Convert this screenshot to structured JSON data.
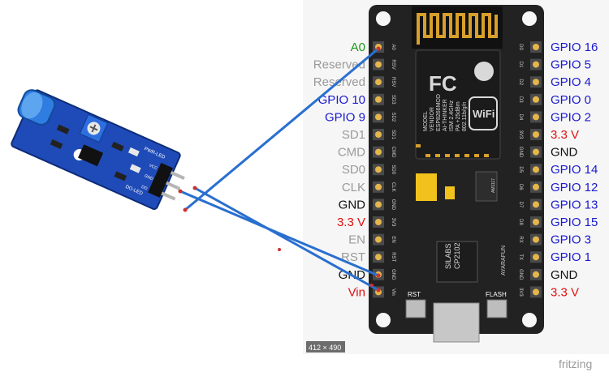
{
  "image_size_label": "412 × 490",
  "watermark": "fritzing",
  "left_pins": [
    {
      "label": "A0",
      "color": "#1a9a1a"
    },
    {
      "label": "Reserved",
      "color": "#9a9a9a"
    },
    {
      "label": "Reserved",
      "color": "#9a9a9a"
    },
    {
      "label": "GPIO 10",
      "color": "#1a1ad0"
    },
    {
      "label": "GPIO 9",
      "color": "#1a1ad0"
    },
    {
      "label": "SD1",
      "color": "#9a9a9a"
    },
    {
      "label": "CMD",
      "color": "#9a9a9a"
    },
    {
      "label": "SD0",
      "color": "#9a9a9a"
    },
    {
      "label": "CLK",
      "color": "#9a9a9a"
    },
    {
      "label": "GND",
      "color": "#111111"
    },
    {
      "label": "3.3 V",
      "color": "#e01010"
    },
    {
      "label": "EN",
      "color": "#9a9a9a"
    },
    {
      "label": "RST",
      "color": "#9a9a9a"
    },
    {
      "label": "GND",
      "color": "#111111"
    },
    {
      "label": "Vin",
      "color": "#e01010"
    }
  ],
  "right_pins": [
    {
      "label": "GPIO 16",
      "color": "#1a1ad0"
    },
    {
      "label": "GPIO 5",
      "color": "#1a1ad0"
    },
    {
      "label": "GPIO 4",
      "color": "#1a1ad0"
    },
    {
      "label": "GPIO 0",
      "color": "#1a1ad0"
    },
    {
      "label": "GPIO 2",
      "color": "#1a1ad0"
    },
    {
      "label": "3.3 V",
      "color": "#e01010"
    },
    {
      "label": "GND",
      "color": "#111111"
    },
    {
      "label": "GPIO 14",
      "color": "#1a1ad0"
    },
    {
      "label": "GPIO 12",
      "color": "#1a1ad0"
    },
    {
      "label": "GPIO 13",
      "color": "#1a1ad0"
    },
    {
      "label": "GPIO 15",
      "color": "#1a1ad0"
    },
    {
      "label": "GPIO 3",
      "color": "#1a1ad0"
    },
    {
      "label": "GPIO 1",
      "color": "#1a1ad0"
    },
    {
      "label": "GND",
      "color": "#111111"
    },
    {
      "label": "3.3 V",
      "color": "#e01010"
    }
  ],
  "silk_left": [
    "A0",
    "RSV",
    "RSV",
    "SD3",
    "SD2",
    "SD1",
    "CMD",
    "SD0",
    "CLK",
    "GND",
    "3V3",
    "EN",
    "RST",
    "GND",
    "Vin"
  ],
  "silk_right": [
    "D0",
    "D1",
    "D2",
    "D3",
    "D4",
    "3V3",
    "GND",
    "D5",
    "D6",
    "D7",
    "D8",
    "RX",
    "TX",
    "GND",
    "3V3"
  ],
  "board": {
    "module_lines": [
      "MODEL",
      "VENDOR",
      "ESP8266MOD",
      "AI-THINKER",
      "ISM 2.4GHz",
      "PA +25dBm",
      "802.11b/g/n"
    ],
    "fc_mark": "FC",
    "wifi_mark": "WiFi",
    "regulator": "AM1117",
    "usb_chip_lines": [
      "SILABS",
      "CP2102"
    ],
    "brand": "AYARAFUN",
    "rst_button": "RST",
    "flash_button": "FLASH"
  },
  "sensor": {
    "labels": [
      "PWR-LED",
      "DO-LED"
    ],
    "pins": [
      "VCC",
      "GND",
      "DO"
    ]
  },
  "wire_color": "#2a6fd0"
}
